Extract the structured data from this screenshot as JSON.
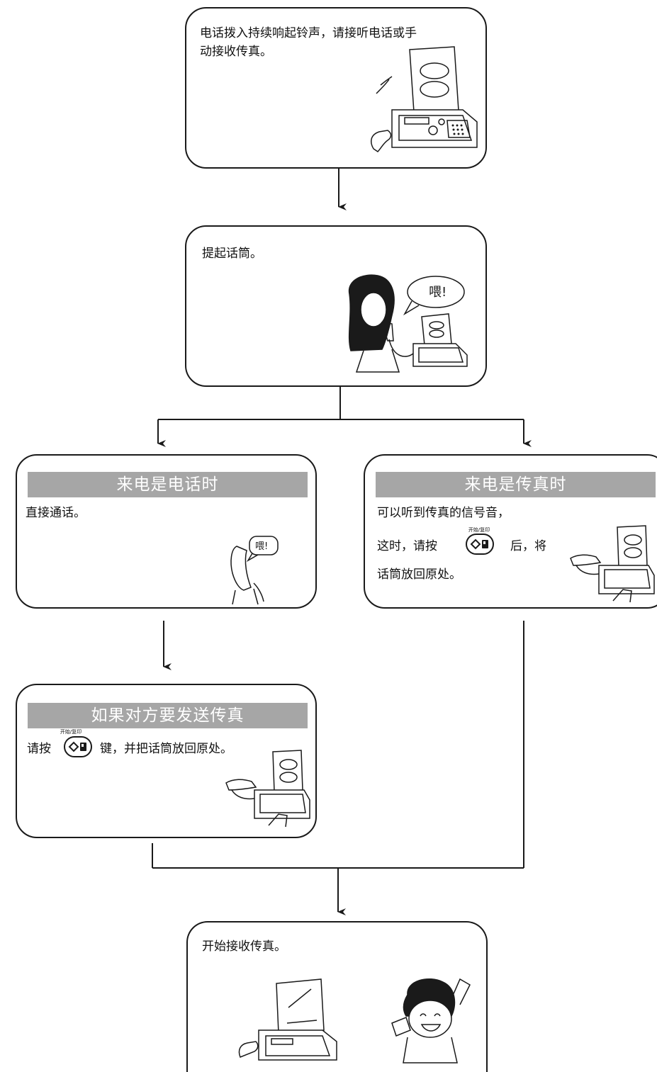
{
  "boxes": {
    "ringing": {
      "text_line1": "电话拨入持续响起铃声，请接听电话或手",
      "text_line2": "动接收传真。"
    },
    "pickup": {
      "text": "提起话筒。",
      "bubble": "喂!"
    },
    "phone_call": {
      "header": "来电是电话时",
      "text": "直接通话。",
      "bubble": "喂!"
    },
    "fax_call": {
      "header": "来电是传真时",
      "text_line1": "可以听到传真的信号音，",
      "text_line2a": "这时，请按",
      "text_line2b": "后，将",
      "text_line3": "话筒放回原处。"
    },
    "send_fax": {
      "header": "如果对方要发送传真",
      "text_a": "请按",
      "text_b": "键，并把话筒放回原处。"
    },
    "receive": {
      "text": "开始接收传真。"
    }
  },
  "key": {
    "caption": "开始/复印",
    "icon": "start-copy-key-icon"
  },
  "colors": {
    "header_bg": "#a6a6a6",
    "line": "#1a1a1a"
  }
}
